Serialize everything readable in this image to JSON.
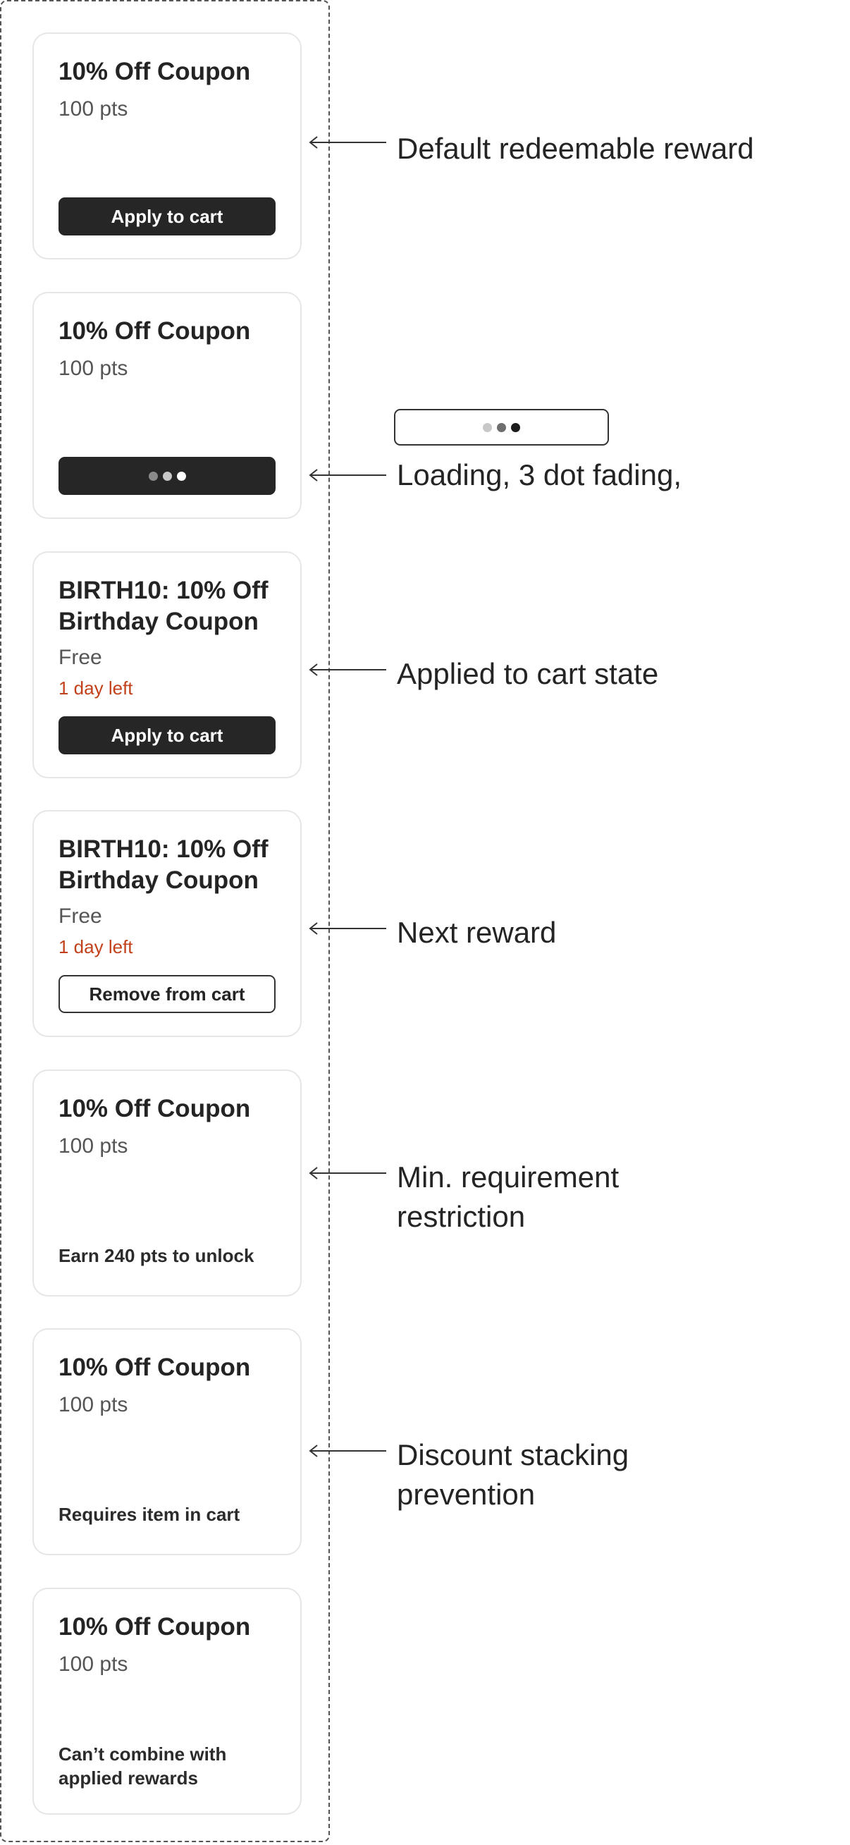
{
  "cards": [
    {
      "title": "10% Off Coupon",
      "points": "100 pts",
      "button_label": "Apply to cart"
    },
    {
      "title": "10% Off Coupon",
      "points": "100 pts"
    },
    {
      "title": "BIRTH10: 10% Off Birthday Coupon",
      "points": "Free",
      "expiry": "1 day left",
      "button_label": "Apply to cart"
    },
    {
      "title": "BIRTH10: 10% Off Birthday Coupon",
      "points": "Free",
      "expiry": "1 day left",
      "button_label": "Remove from cart"
    },
    {
      "title": "10% Off Coupon",
      "points": "100 pts",
      "restriction": "Earn 240 pts to unlock"
    },
    {
      "title": "10% Off Coupon",
      "points": "100 pts",
      "restriction": "Requires item in cart"
    },
    {
      "title": "10% Off Coupon",
      "points": "100 pts",
      "restriction": "Can’t combine with applied rewards"
    }
  ],
  "annotations": {
    "default": "Default redeemable reward",
    "loading": "Loading, 3 dot fading,",
    "applied": "Applied to cart state",
    "next": "Next reward",
    "min_requirement": "Min. requirement restriction",
    "stacking": "Discount stacking prevention"
  },
  "colors": {
    "button_dark": "#262626",
    "expiry_text": "#c2411a",
    "card_border": "#e6e6e6"
  }
}
